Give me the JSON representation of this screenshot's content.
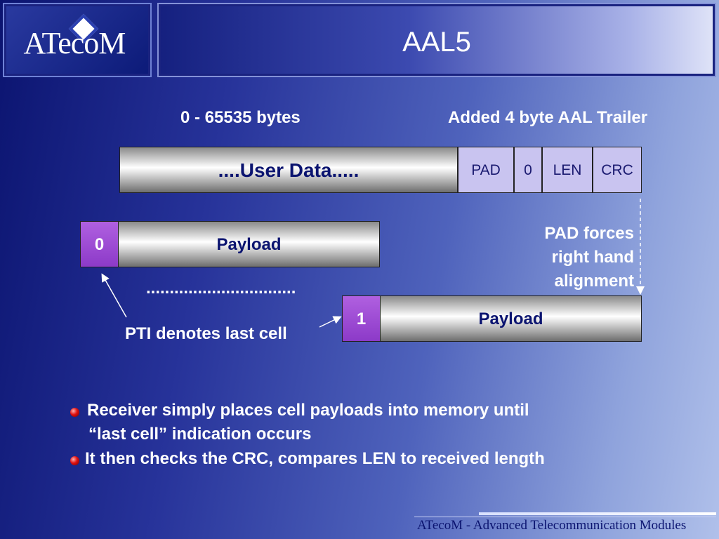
{
  "header": {
    "logo_text": "ATecoM",
    "title": "AAL5"
  },
  "diagram": {
    "range_label": "0 - 65535 bytes",
    "trailer_label": "Added 4 byte AAL Trailer",
    "user_data": "....User Data.....",
    "trailer_fields": [
      "PAD",
      "0",
      "LEN",
      "CRC"
    ],
    "cells": [
      {
        "pti": "0",
        "payload": "Payload"
      },
      {
        "pti": "1",
        "payload": "Payload"
      }
    ],
    "ellipsis": "................................",
    "pad_note": [
      "PAD forces",
      "right hand",
      "alignment"
    ],
    "pti_note": "PTI denotes last cell"
  },
  "bullets": [
    {
      "lines": [
        "Receiver simply places cell payloads into memory until",
        "“last cell” indication occurs"
      ]
    },
    {
      "lines": [
        "It then checks the CRC, compares LEN to received length"
      ]
    }
  ],
  "footer": {
    "text": "ATecoM - Advanced Telecommunication Modules"
  },
  "colors": {
    "background_dark": "#0b1470",
    "background_light": "#b0c0ea",
    "trailer_field": "#c9c4f0",
    "pti_cell": "#9a48d4",
    "bullet": "#e01010"
  }
}
